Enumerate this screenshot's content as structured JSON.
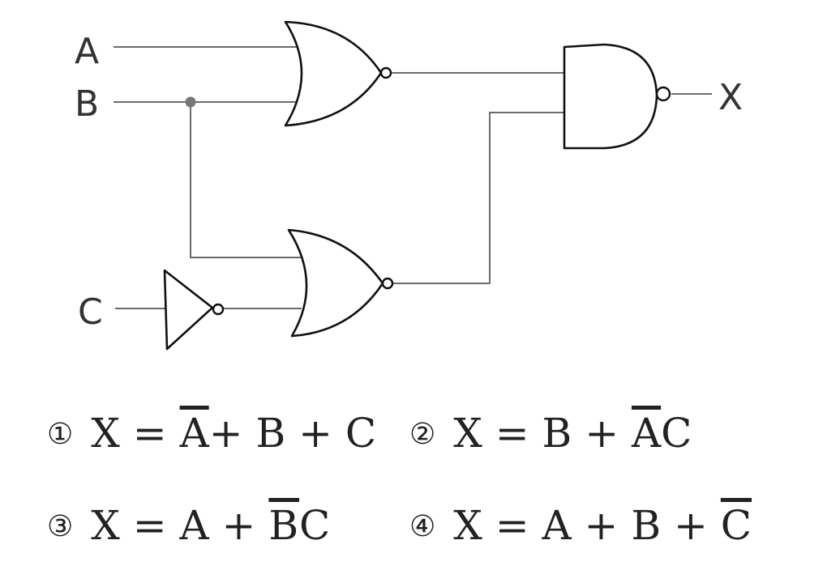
{
  "circuit": {
    "inputs": [
      "A",
      "B",
      "C"
    ],
    "output": "X"
  },
  "options": [
    {
      "num": "①",
      "parts": [
        {
          "t": "X = "
        },
        {
          "t": "A",
          "bar": true
        },
        {
          "t": "+ B + C"
        }
      ]
    },
    {
      "num": "②",
      "parts": [
        {
          "t": "X = B + "
        },
        {
          "t": "A",
          "bar": true
        },
        {
          "t": "C"
        }
      ]
    },
    {
      "num": "③",
      "parts": [
        {
          "t": "X = A + "
        },
        {
          "t": "B",
          "bar": true
        },
        {
          "t": "C"
        }
      ]
    },
    {
      "num": "④",
      "parts": [
        {
          "t": "X = A + B + "
        },
        {
          "t": "C",
          "bar": true
        }
      ]
    }
  ]
}
